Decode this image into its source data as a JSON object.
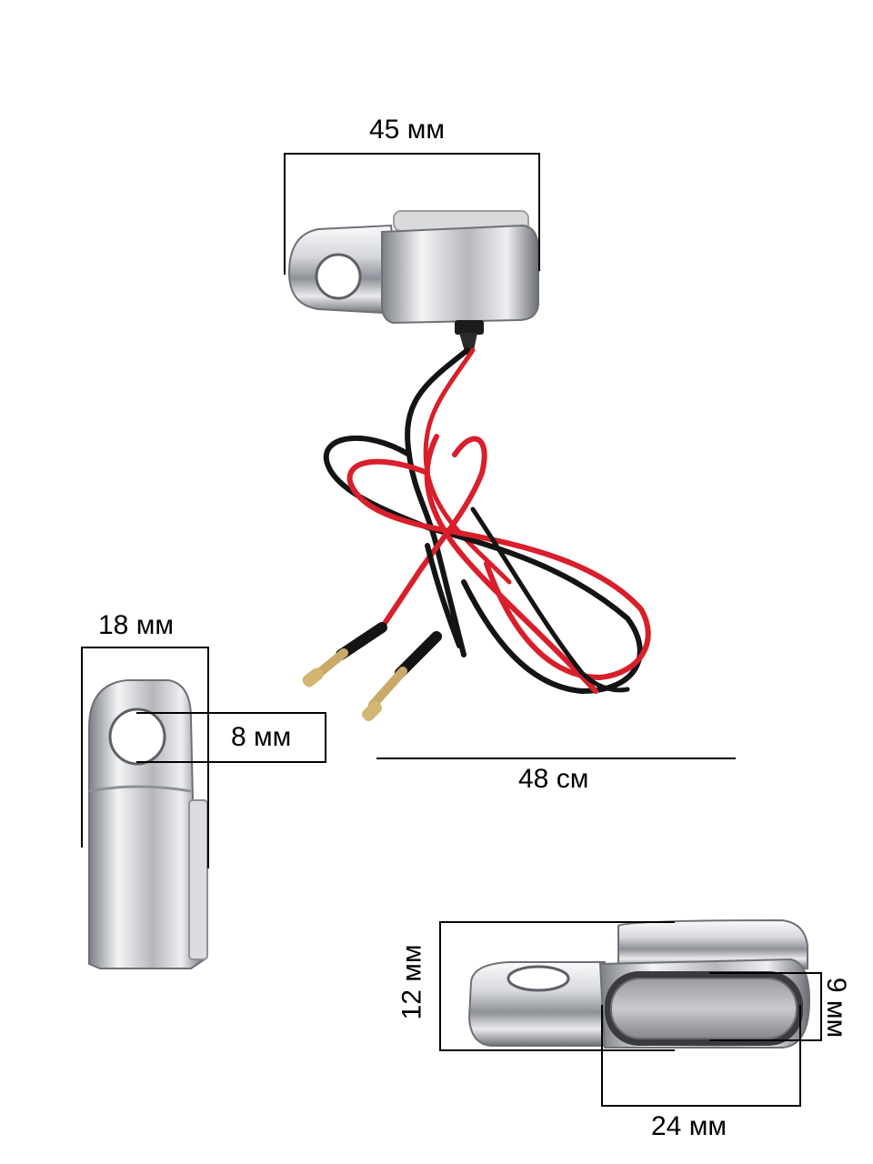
{
  "dimensions": {
    "top_width": "45 мм",
    "side_width": "18 мм",
    "hole_diameter": "8 мм",
    "cable_length": "48 см",
    "front_height": "12 мм",
    "lens_height": "9 мм",
    "lens_width": "24 мм"
  },
  "colors": {
    "chrome_light": "#f2f2f4",
    "chrome_mid": "#b9bbc0",
    "chrome_dark": "#5d6066",
    "wire_red": "#d81f2b",
    "wire_black": "#141414",
    "dimension_line": "#000000"
  }
}
